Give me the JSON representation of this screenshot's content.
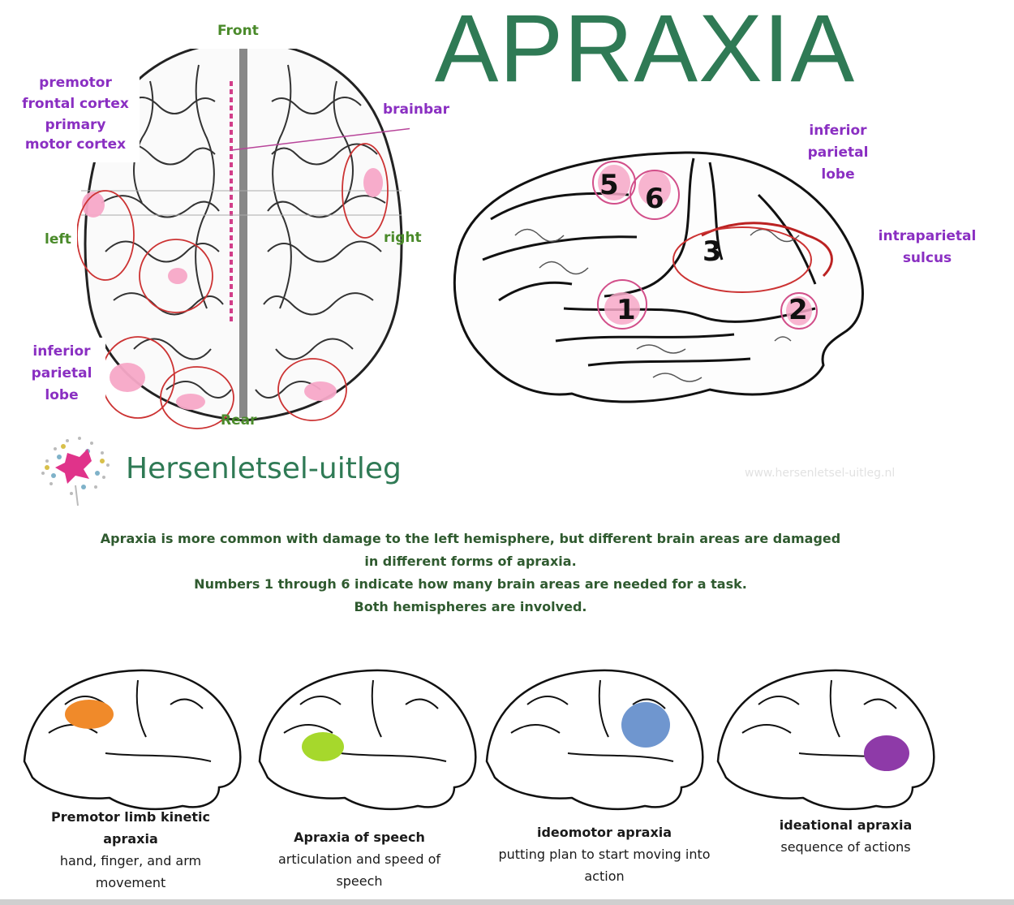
{
  "title": "APRAXIA",
  "top_view": {
    "front": "Front",
    "rear": "Rear",
    "left": "left",
    "right": "right",
    "premotor": [
      "premotor",
      "frontal cortex",
      "primary",
      "motor cortex"
    ],
    "brainbar": "brainbar",
    "inferior_parietal": [
      "inferior",
      "parietal",
      "lobe"
    ]
  },
  "side_view": {
    "inferior_parietal": [
      "inferior",
      "parietal",
      "lobe"
    ],
    "intraparietal": [
      "intraparietal",
      "sulcus"
    ],
    "numbers": [
      "1",
      "2",
      "3",
      "5",
      "6"
    ]
  },
  "logo": {
    "text": "Hersenletsel-uitleg",
    "url": "www.hersenletsel-uitleg.nl"
  },
  "description": [
    "Apraxia is more common with damage to the left hemisphere, but different brain areas are damaged",
    "in different forms of apraxia.",
    "Numbers 1 through 6 indicate how many brain areas are needed for a task.",
    "Both hemispheres are involved."
  ],
  "panels": [
    {
      "title": "Premotor limb kinetic apraxia",
      "desc": "hand, finger, and arm movement",
      "color": "#f08a2a"
    },
    {
      "title": "Apraxia of speech",
      "desc": "articulation and speed of speech",
      "color": "#a6d82c"
    },
    {
      "title": "ideomotor apraxia",
      "desc": "putting plan to start moving into action",
      "color": "#6f96cf"
    },
    {
      "title": "ideational apraxia",
      "desc": "sequence of actions",
      "color": "#8e3aa8"
    }
  ],
  "colors": {
    "title": "#2f7a55",
    "label_green": "#4a8a2a",
    "label_purple": "#8a2fc2",
    "highlight_pink": "#f7a8c8"
  }
}
